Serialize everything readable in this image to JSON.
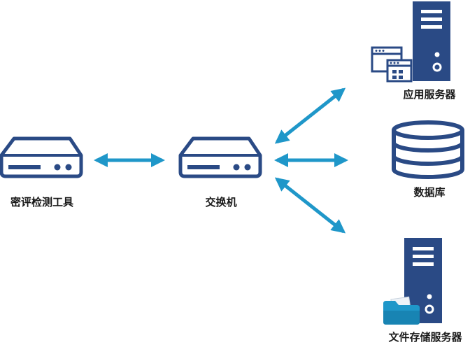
{
  "nodes": {
    "tool": {
      "label": "密评检测工具",
      "icon": "network-device-icon"
    },
    "switch": {
      "label": "交换机",
      "icon": "network-switch-icon"
    },
    "app_server": {
      "label": "应用服务器",
      "icon": "server-tower-icon"
    },
    "database": {
      "label": "数据库",
      "icon": "database-icon"
    },
    "file_server": {
      "label": "文件存储服务器",
      "icon": "server-tower-icon"
    }
  },
  "colors": {
    "device_outline": "#2a4a85",
    "server_fill": "#2a4a85",
    "arrow": "#1f97c9",
    "folder": "#1f97c9"
  }
}
